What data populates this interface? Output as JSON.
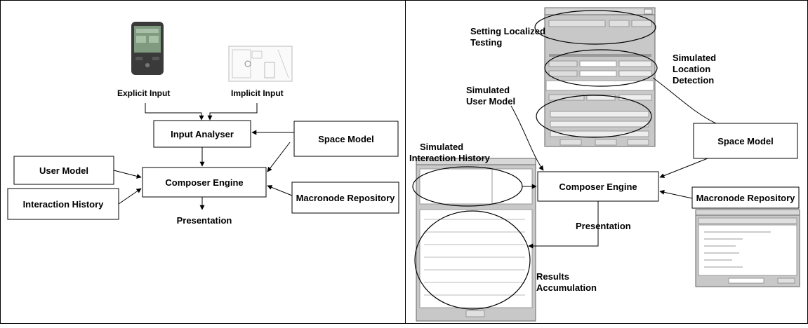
{
  "left": {
    "explicit_input": "Explicit Input",
    "implicit_input": "Implicit Input",
    "input_analyser": "Input Analyser",
    "space_model": "Space Model",
    "user_model": "User Model",
    "composer_engine": "Composer Engine",
    "interaction_history": "Interaction History",
    "macronode_repository": "Macronode Repository",
    "presentation": "Presentation"
  },
  "right": {
    "setting_localized_testing": [
      "Setting Localized",
      "Testing"
    ],
    "simulated_location_detection": [
      "Simulated",
      "Location",
      "Detection"
    ],
    "simulated_user_model": [
      "Simulated",
      "User Model"
    ],
    "simulated_interaction_history": [
      "Simulated",
      "Interaction History"
    ],
    "space_model": "Space Model",
    "composer_engine": "Composer Engine",
    "macronode_repository": "Macronode Repository",
    "presentation": "Presentation",
    "results_accumulation": [
      "Results",
      "Accumulation"
    ]
  },
  "colors": {
    "line": "#000000",
    "screenshot_bg": "#c8c8c8",
    "window_title": "#d8d8d8"
  }
}
